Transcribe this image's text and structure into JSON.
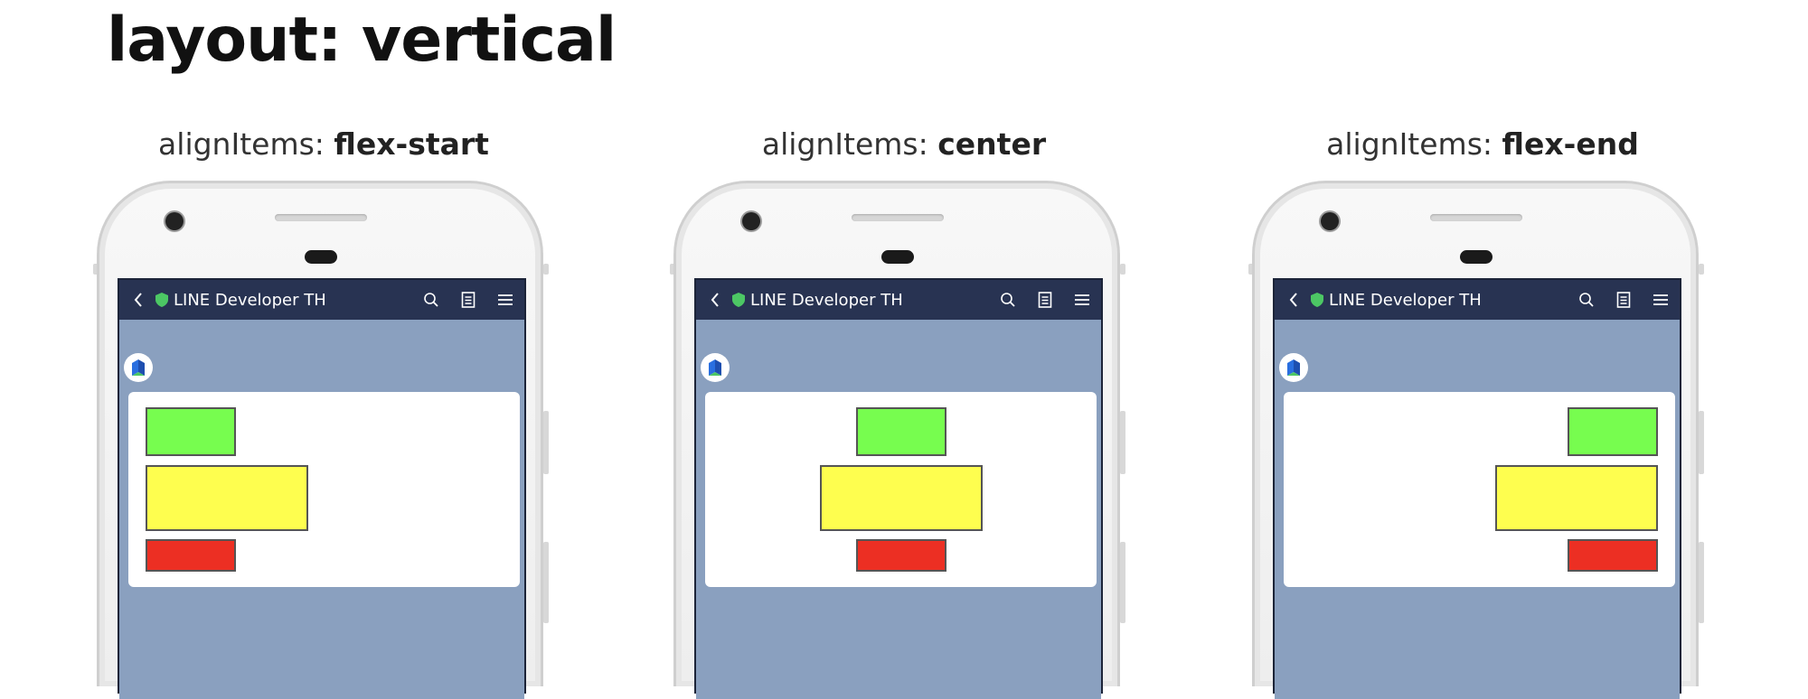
{
  "page": {
    "title": "layout: vertical"
  },
  "phones": [
    {
      "caption_prefix": "alignItems: ",
      "caption_value": "flex-start",
      "align": "flex-start"
    },
    {
      "caption_prefix": "alignItems: ",
      "caption_value": "center",
      "align": "center"
    },
    {
      "caption_prefix": "alignItems: ",
      "caption_value": "flex-end",
      "align": "flex-end"
    }
  ],
  "app_bar": {
    "title": "LINE Developer TH",
    "icons": [
      "chevron-left-icon",
      "shield-icon",
      "search-icon",
      "notes-icon",
      "menu-icon"
    ]
  },
  "boxes": [
    {
      "name": "green-box",
      "color": "#77fd4f"
    },
    {
      "name": "yellow-box",
      "color": "#fefe4f"
    },
    {
      "name": "red-box",
      "color": "#ec2f23"
    }
  ],
  "colors": {
    "chat_background": "#8aa0bf",
    "app_bar": "#283352",
    "bubble": "#ffffff"
  }
}
